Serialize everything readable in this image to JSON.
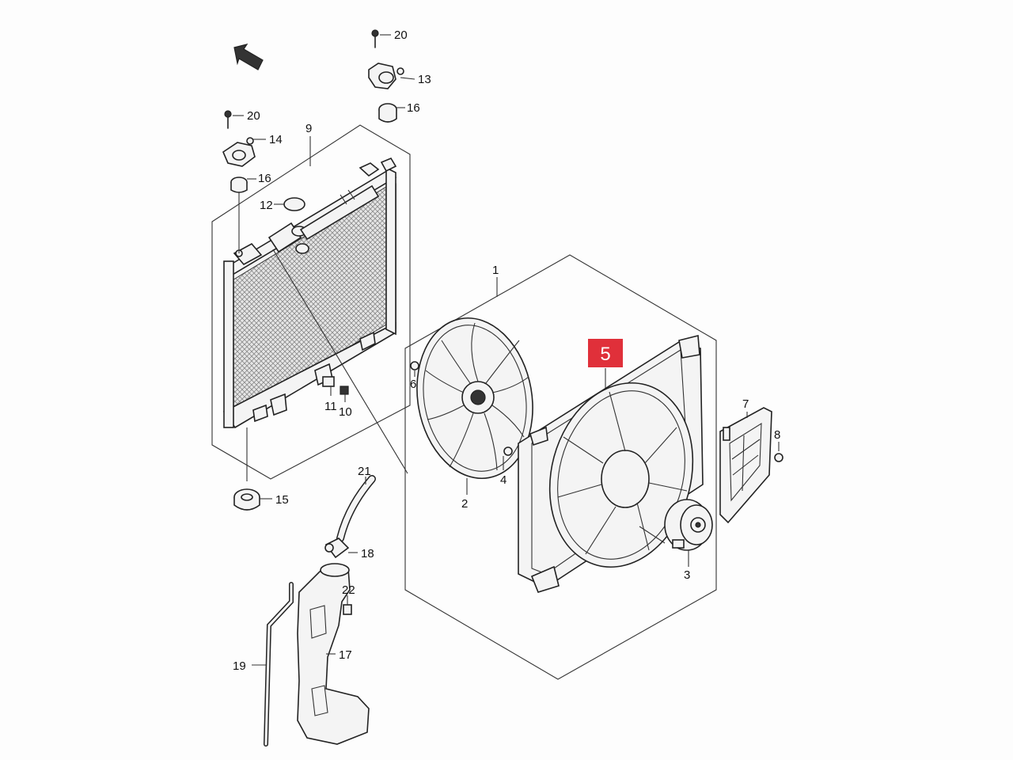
{
  "callouts": {
    "c1": "1",
    "c2": "2",
    "c3": "3",
    "c4": "4",
    "c6": "6",
    "c7": "7",
    "c8": "8",
    "c9": "9",
    "c10": "10",
    "c11": "11",
    "c12": "12",
    "c13": "13",
    "c14": "14",
    "c15": "15",
    "c16a": "16",
    "c16b": "16",
    "c17": "17",
    "c18": "18",
    "c19": "19",
    "c20a": "20",
    "c20b": "20",
    "c21": "21",
    "c22": "22"
  },
  "highlight": {
    "label": "5",
    "color": "#e0303a"
  },
  "colors": {
    "line": "#222222",
    "background": "#fdfdfd"
  }
}
